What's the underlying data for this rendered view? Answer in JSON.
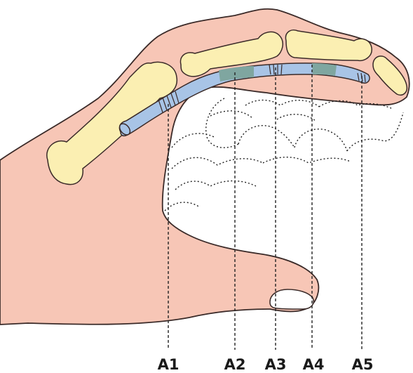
{
  "figure": {
    "pulley_labels": [
      "A1",
      "A2",
      "A3",
      "A4",
      "A5"
    ]
  },
  "colors": {
    "skin": "#f7c6b6",
    "skin_outline": "#3a2a28",
    "bone": "#fbefb2",
    "tendon": "#a8c4e6",
    "pulley_band": "#7fa6a0",
    "nail": "#ffffff",
    "guide_line": "#222222"
  }
}
